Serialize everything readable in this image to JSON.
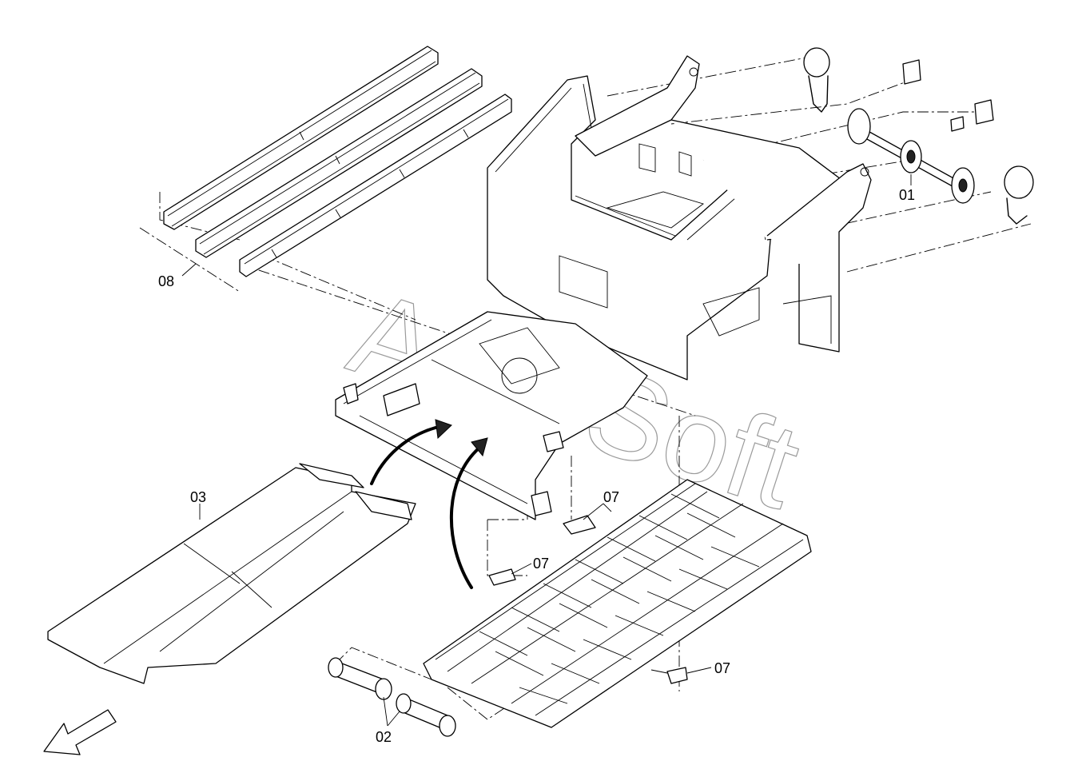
{
  "watermark": "AutoSoft",
  "callouts": {
    "c01": "01",
    "c02": "02",
    "c03": "03",
    "c07a": "07",
    "c07b": "07",
    "c07c": "07",
    "c08": "08"
  },
  "icons": {
    "direction_arrow": "arrow-down-left-icon"
  },
  "colors": {
    "line": "#000000",
    "watermark": "#9a9a9a",
    "background": "#ffffff"
  }
}
